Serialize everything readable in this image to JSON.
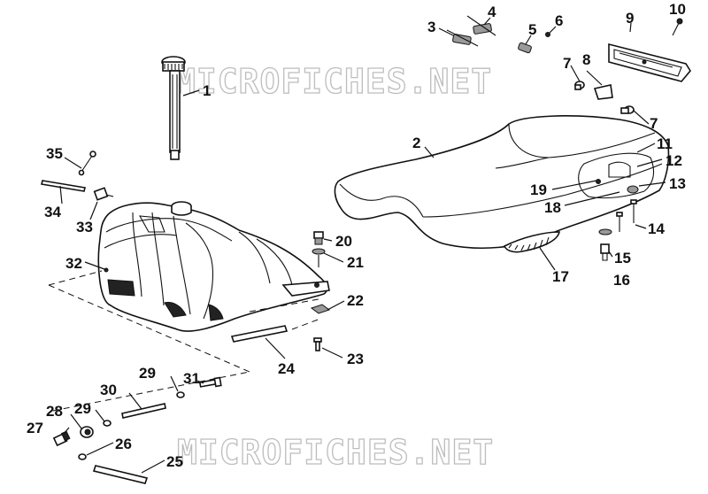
{
  "watermarks": [
    "MICROFICHES.NET",
    "MICROFICHES.NET"
  ],
  "callouts": {
    "c1": "1",
    "c2": "2",
    "c3": "3",
    "c4": "4",
    "c5": "5",
    "c6": "6",
    "c7a": "7",
    "c7b": "7",
    "c8": "8",
    "c9": "9",
    "c10": "10",
    "c11": "11",
    "c12": "12",
    "c13": "13",
    "c14": "14",
    "c15": "15",
    "c16": "16",
    "c17": "17",
    "c18": "18",
    "c19": "19",
    "c20": "20",
    "c21": "21",
    "c22": "22",
    "c23": "23",
    "c24": "24",
    "c25": "25",
    "c26": "26",
    "c27": "27",
    "c28": "28",
    "c29a": "29",
    "c29b": "29",
    "c30": "30",
    "c31": "31",
    "c32": "32",
    "c33": "33",
    "c34": "34",
    "c35": "35"
  }
}
